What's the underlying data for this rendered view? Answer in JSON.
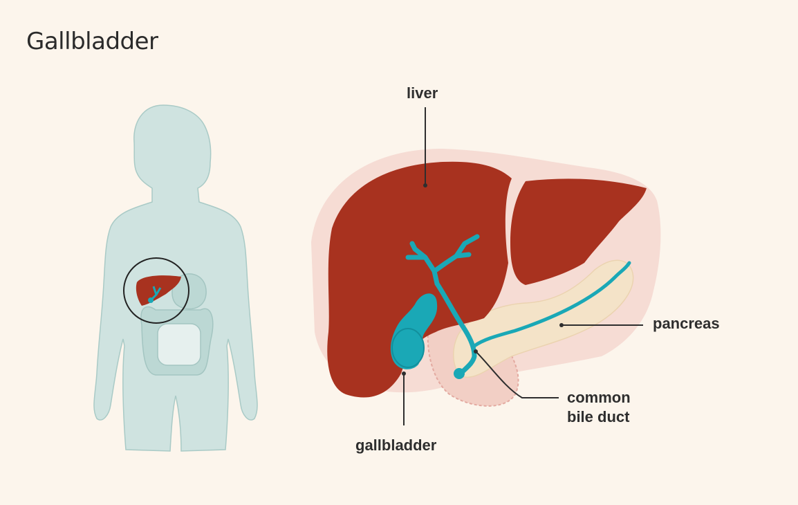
{
  "title": "Gallbladder",
  "labels": {
    "liver": "liver",
    "pancreas": "pancreas",
    "common_bile_duct_line1": "common",
    "common_bile_duct_line2": "bile duct",
    "gallbladder": "gallbladder"
  },
  "colors": {
    "background": "#fcf5ec",
    "body": "#cfe3e0",
    "liver": "#a8321f",
    "bile": "#1aa8b6",
    "pancreas": "#f4e3c8",
    "halo": "#f5cfc6"
  }
}
